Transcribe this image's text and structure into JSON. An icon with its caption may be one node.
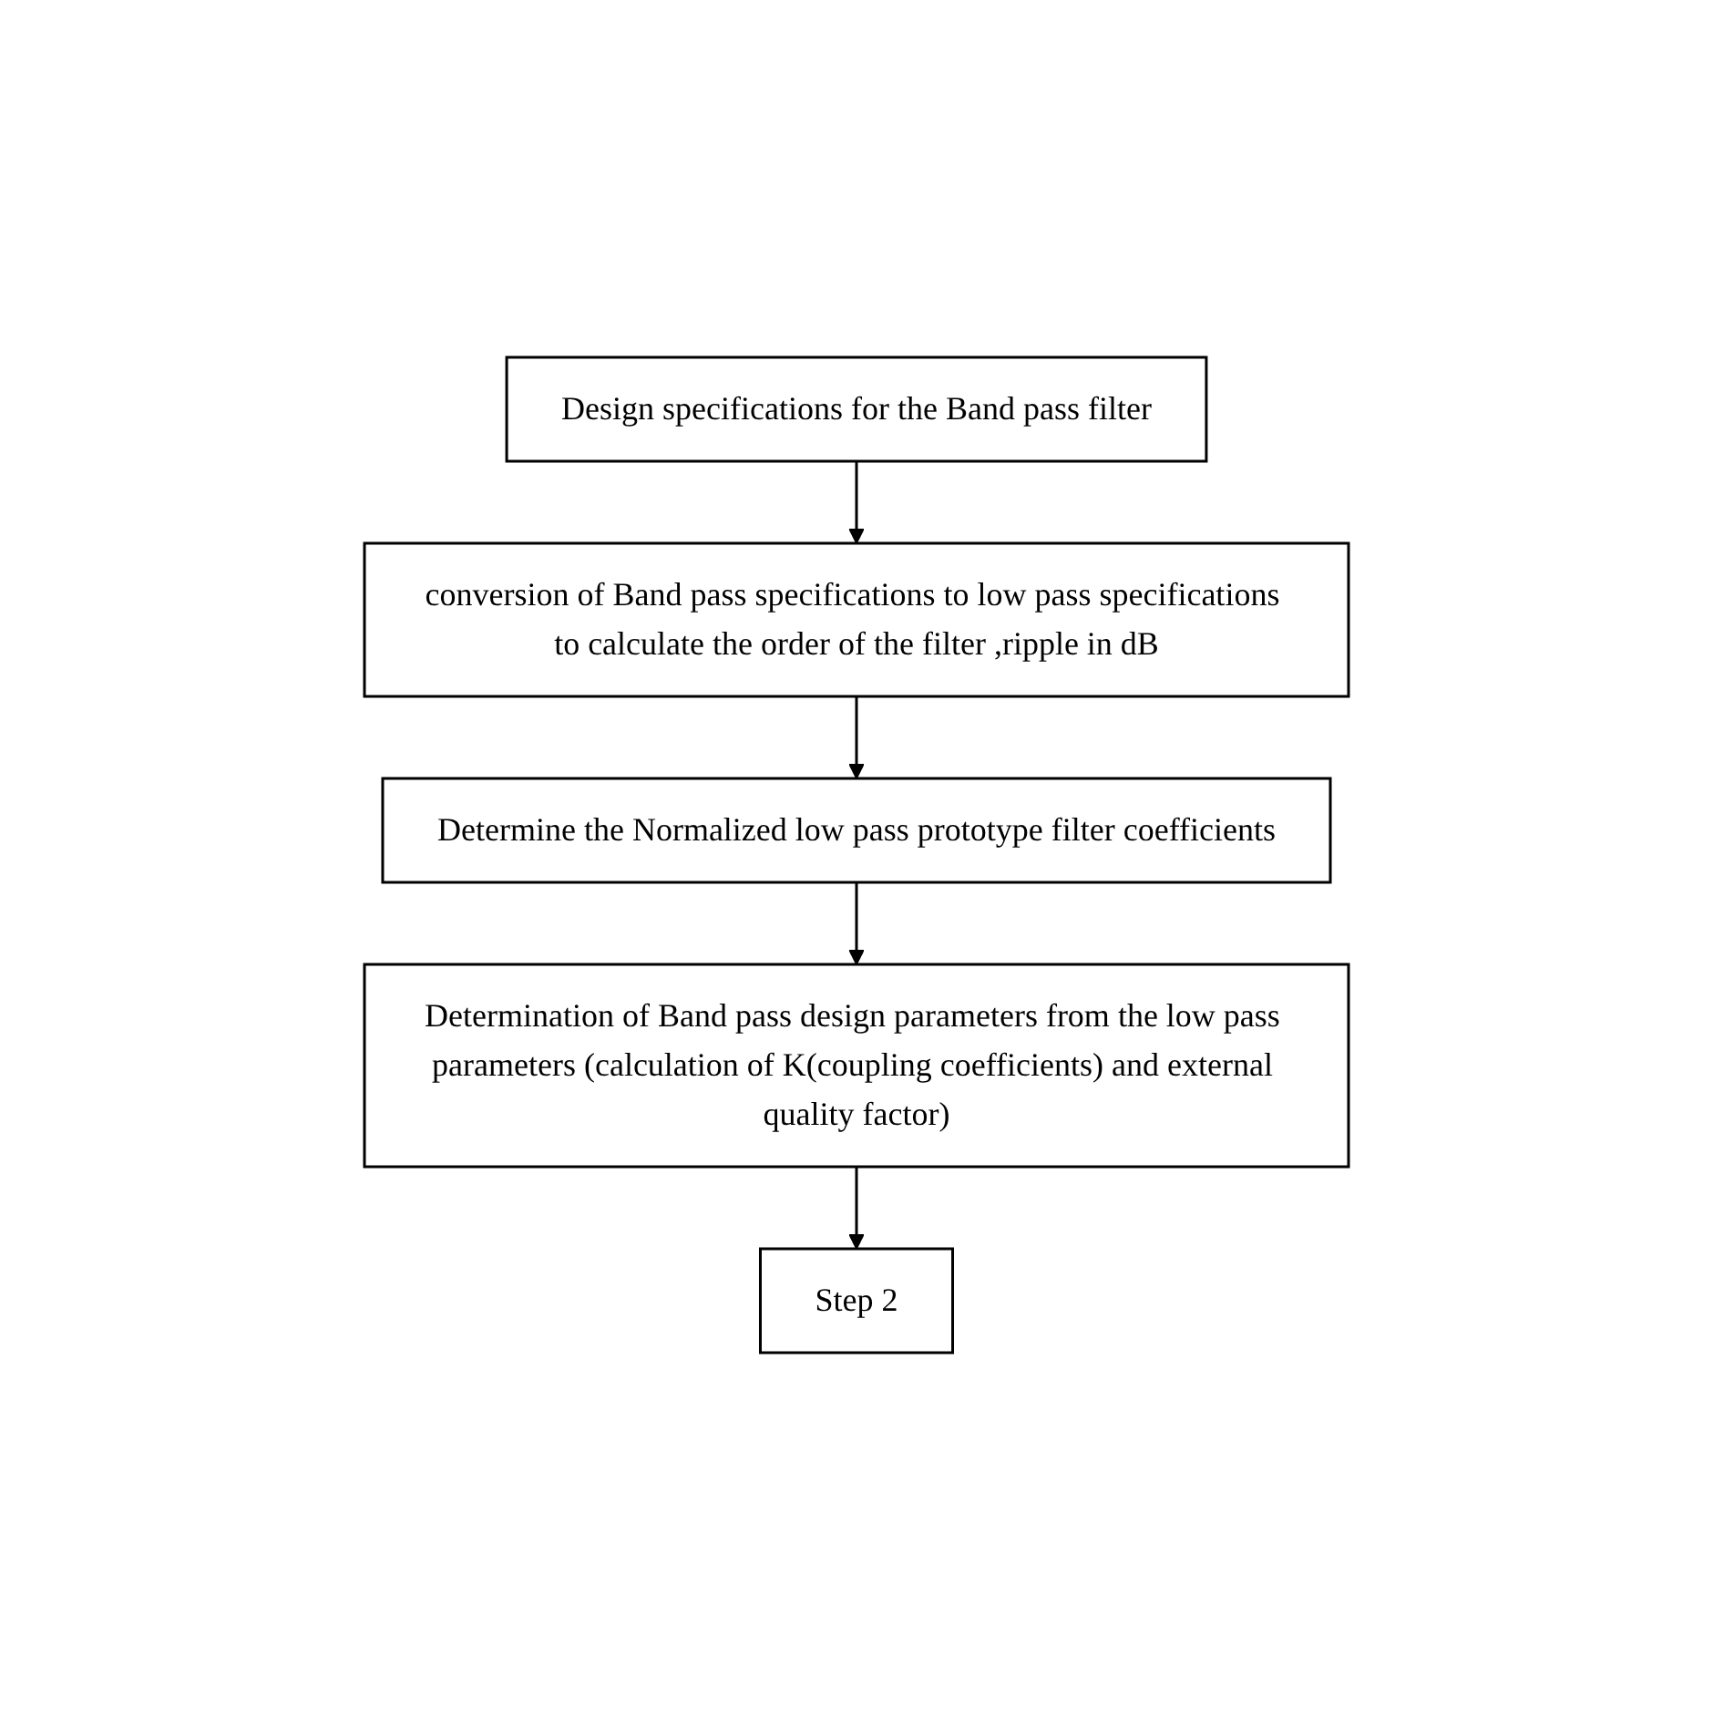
{
  "diagram": {
    "nodes": [
      {
        "text": [
          "Design specifications for the Band pass filter"
        ]
      },
      {
        "text": [
          "conversion of Band pass specifications to low pass specifications to calculate the order of the filter ,ripple in dB"
        ]
      },
      {
        "text": [
          "Determine the Normalized low pass prototype filter coefficients"
        ]
      },
      {
        "text": [
          "Determination of Band pass design parameters from the low pass parameters (calculation of K(coupling coefficients) and external quality factor)"
        ]
      },
      {
        "text": [
          "Step 2"
        ]
      }
    ],
    "edges": [
      {
        "from": 0,
        "to": 1,
        "arrow": "to"
      },
      {
        "from": 1,
        "to": 2,
        "arrow": "to"
      },
      {
        "from": 2,
        "to": 3,
        "arrow": "to"
      },
      {
        "from": 3,
        "to": 4,
        "arrow": "to"
      }
    ]
  }
}
